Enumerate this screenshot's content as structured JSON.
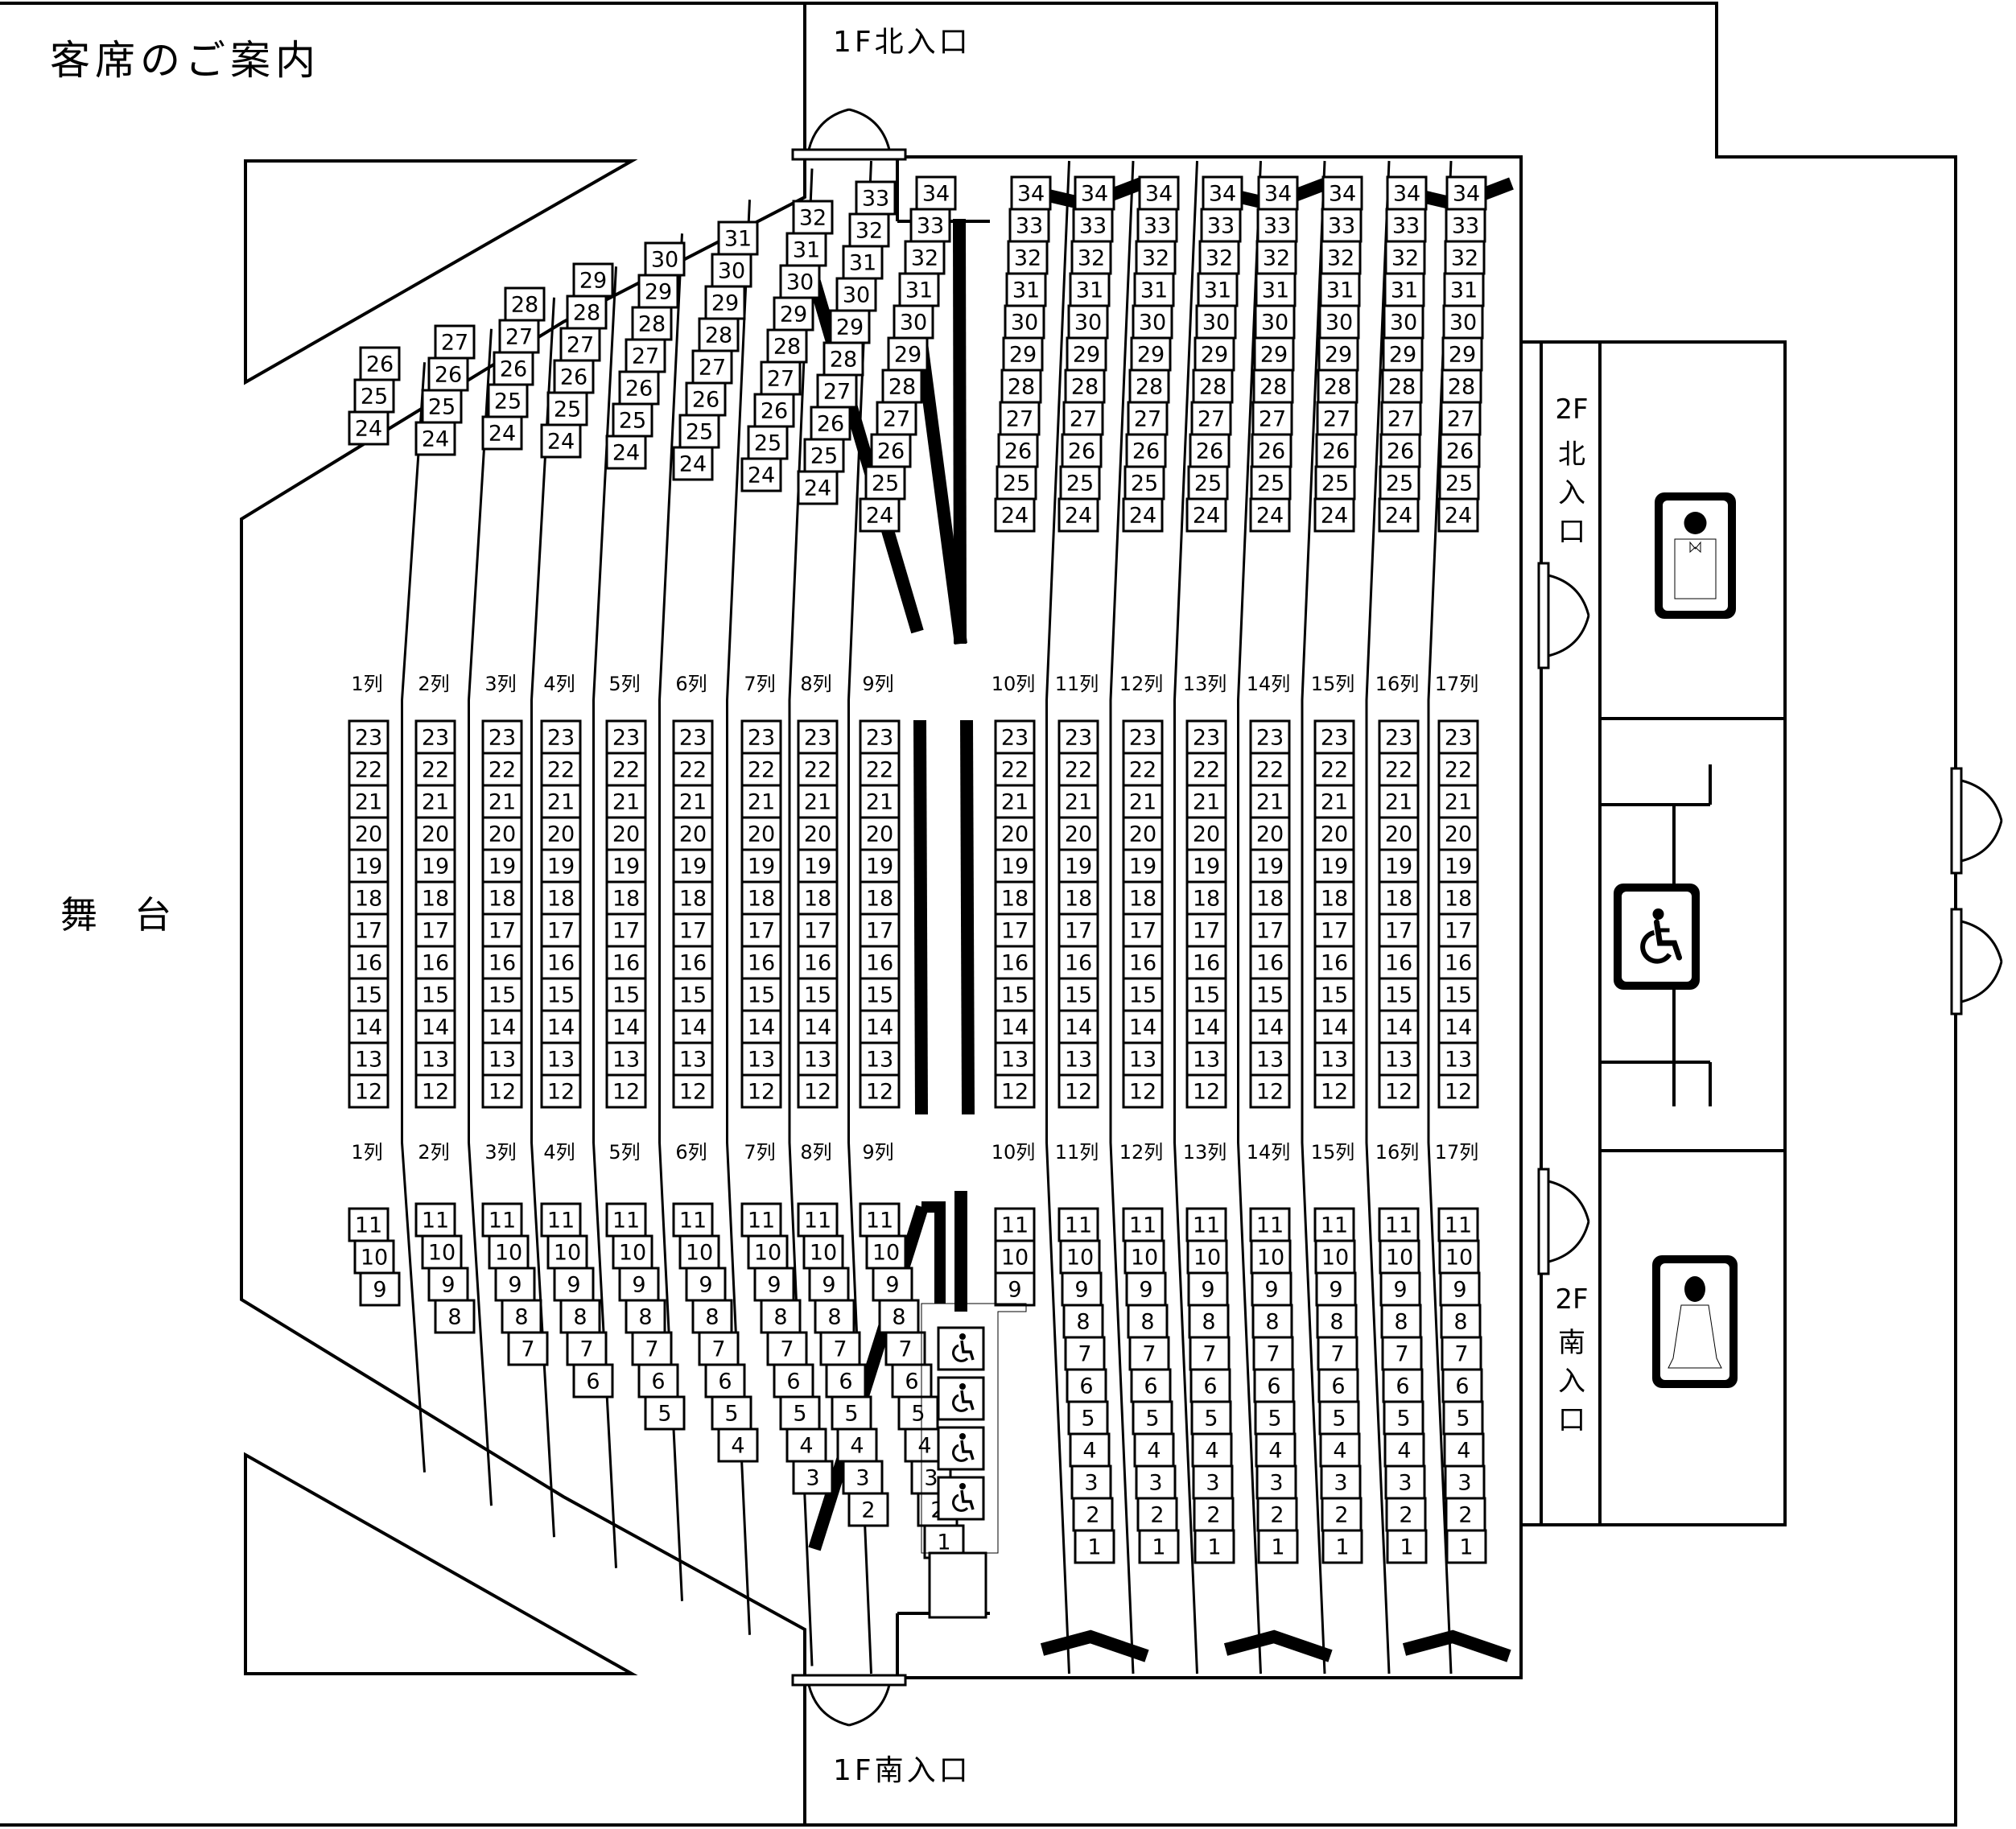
{
  "title": "客席のご案内",
  "stage_label": "舞　台",
  "entrances": {
    "f1_north": "1F北入口",
    "f1_south": "1F南入口",
    "f2_north": [
      "2F",
      "北",
      "入",
      "口"
    ],
    "f2_south": [
      "2F",
      "南",
      "入",
      "口"
    ]
  },
  "restrooms": {
    "men": "mens-restroom-icon",
    "accessible": "accessible-restroom-icon",
    "women": "womens-restroom-icon"
  },
  "wheelchair_space_icon": "wheelchair-icon",
  "wheelchair_spaces": 4,
  "row_suffix": "列",
  "rows": [
    {
      "row": 1,
      "upper": [
        24,
        26
      ],
      "middle": [
        12,
        23
      ],
      "lower": [
        9,
        11
      ]
    },
    {
      "row": 2,
      "upper": [
        24,
        27
      ],
      "middle": [
        12,
        23
      ],
      "lower": [
        8,
        11
      ]
    },
    {
      "row": 3,
      "upper": [
        24,
        28
      ],
      "middle": [
        12,
        23
      ],
      "lower": [
        7,
        11
      ]
    },
    {
      "row": 4,
      "upper": [
        24,
        29
      ],
      "middle": [
        12,
        23
      ],
      "lower": [
        6,
        11
      ]
    },
    {
      "row": 5,
      "upper": [
        24,
        30
      ],
      "middle": [
        12,
        23
      ],
      "lower": [
        5,
        11
      ]
    },
    {
      "row": 6,
      "upper": [
        24,
        31
      ],
      "middle": [
        12,
        23
      ],
      "lower": [
        4,
        11
      ]
    },
    {
      "row": 7,
      "upper": [
        24,
        32
      ],
      "middle": [
        12,
        23
      ],
      "lower": [
        3,
        11
      ]
    },
    {
      "row": 8,
      "upper": [
        24,
        33
      ],
      "middle": [
        12,
        23
      ],
      "lower": [
        2,
        11
      ]
    },
    {
      "row": 9,
      "upper": [
        24,
        34
      ],
      "middle": [
        12,
        23
      ],
      "lower": [
        1,
        11
      ]
    },
    {
      "row": 10,
      "upper": [
        24,
        34
      ],
      "middle": [
        12,
        23
      ],
      "lower": [
        9,
        11
      ]
    },
    {
      "row": 11,
      "upper": [
        24,
        34
      ],
      "middle": [
        12,
        23
      ],
      "lower": [
        1,
        11
      ]
    },
    {
      "row": 12,
      "upper": [
        24,
        34
      ],
      "middle": [
        12,
        23
      ],
      "lower": [
        1,
        11
      ]
    },
    {
      "row": 13,
      "upper": [
        24,
        34
      ],
      "middle": [
        12,
        23
      ],
      "lower": [
        1,
        11
      ]
    },
    {
      "row": 14,
      "upper": [
        24,
        34
      ],
      "middle": [
        12,
        23
      ],
      "lower": [
        1,
        11
      ]
    },
    {
      "row": 15,
      "upper": [
        24,
        34
      ],
      "middle": [
        12,
        23
      ],
      "lower": [
        1,
        11
      ]
    },
    {
      "row": 16,
      "upper": [
        24,
        34
      ],
      "middle": [
        12,
        23
      ],
      "lower": [
        1,
        11
      ]
    },
    {
      "row": 17,
      "upper": [
        24,
        34
      ],
      "middle": [
        12,
        23
      ],
      "lower": [
        1,
        11
      ]
    }
  ]
}
